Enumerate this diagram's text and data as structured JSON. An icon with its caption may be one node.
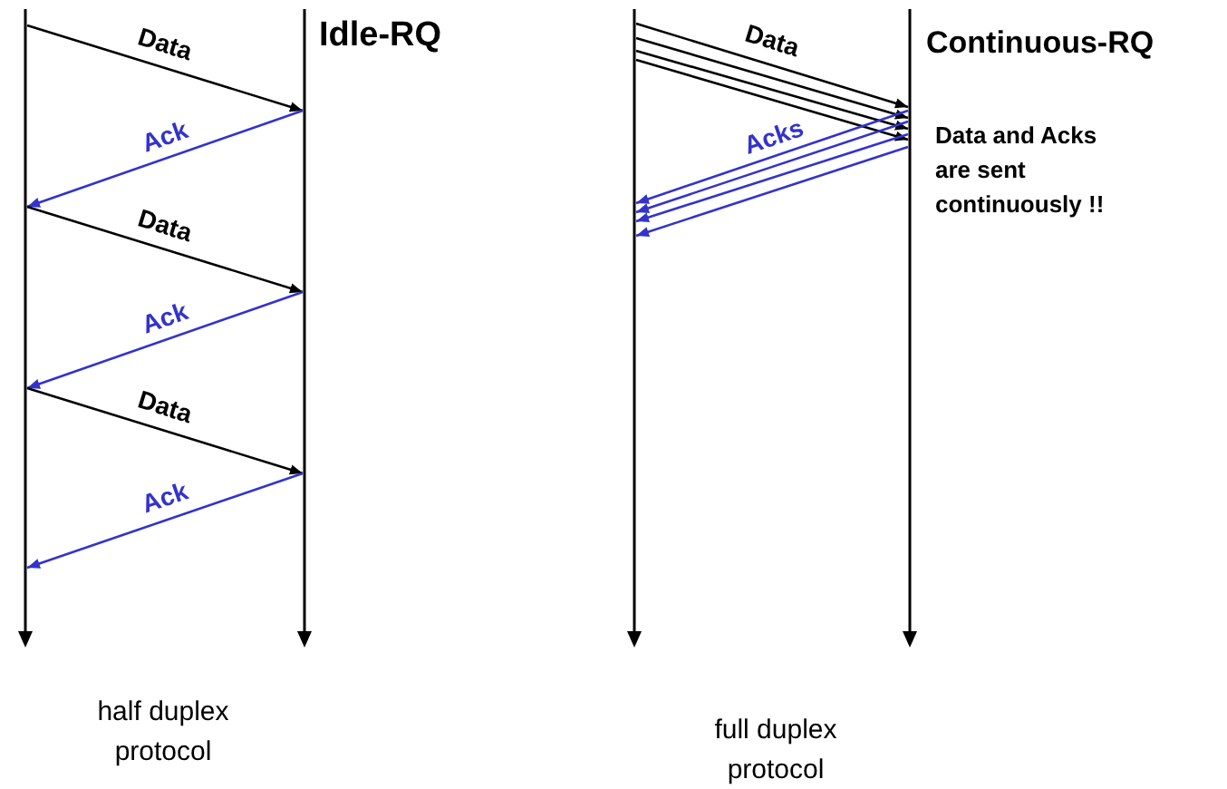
{
  "diagram": {
    "nodes": [
      {
        "text": [],
        "shape": "line"
      },
      {
        "text": [],
        "shape": "line"
      },
      {
        "text": [],
        "shape": "line"
      },
      {
        "text": [],
        "shape": "line"
      }
    ],
    "edges": [
      {
        "from": 0,
        "to": 1,
        "arrow": "to",
        "label": "Data"
      },
      {
        "from": 1,
        "to": 0,
        "arrow": "to",
        "label": "Ack",
        "color": "#3333cc"
      },
      {
        "from": 0,
        "to": 1,
        "arrow": "to",
        "label": "Data"
      },
      {
        "from": 1,
        "to": 0,
        "arrow": "to",
        "label": "Ack",
        "color": "#3333cc"
      },
      {
        "from": 0,
        "to": 1,
        "arrow": "to",
        "label": "Data"
      },
      {
        "from": 1,
        "to": 0,
        "arrow": "to",
        "label": "Ack",
        "color": "#3333cc"
      },
      {
        "from": 2,
        "to": 3,
        "arrow": "to",
        "label": "Data"
      },
      {
        "from": 2,
        "to": 3,
        "arrow": "to"
      },
      {
        "from": 2,
        "to": 3,
        "arrow": "to"
      },
      {
        "from": 2,
        "to": 3,
        "arrow": "to"
      },
      {
        "from": 3,
        "to": 2,
        "arrow": "to",
        "label": "Acks",
        "color": "#3333cc"
      },
      {
        "from": 3,
        "to": 2,
        "arrow": "to",
        "color": "#3333cc"
      },
      {
        "from": 3,
        "to": 2,
        "arrow": "to",
        "color": "#3333cc"
      },
      {
        "from": 3,
        "to": 2,
        "arrow": "to",
        "color": "#3333cc"
      }
    ],
    "labels": [
      "Idle-RQ",
      "Continuous-RQ",
      "Data and Acks are sent continuously !!",
      "half duplex protocol",
      "full duplex protocol"
    ]
  }
}
